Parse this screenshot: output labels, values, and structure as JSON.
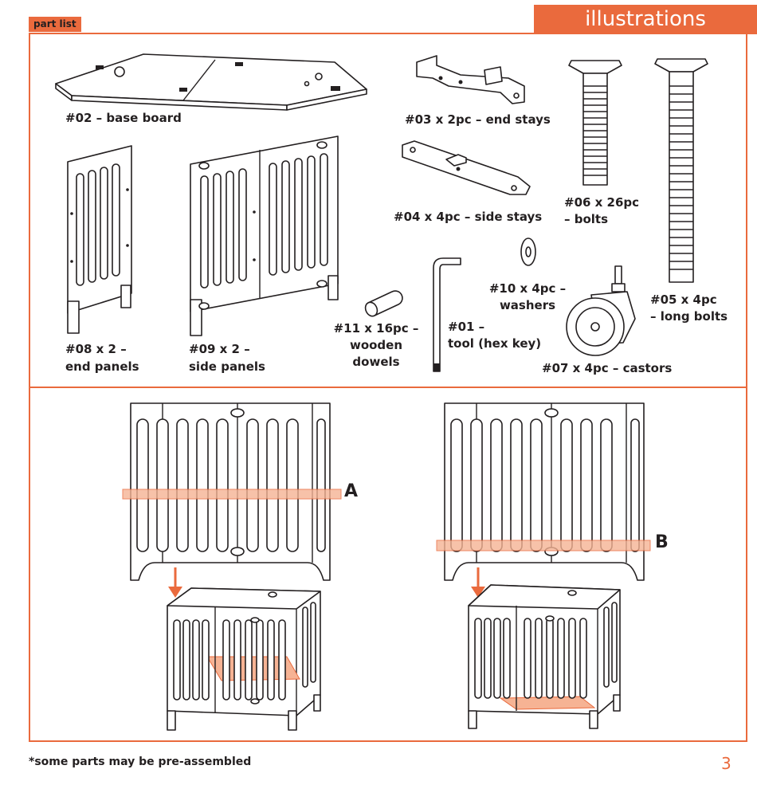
{
  "header": {
    "part_list_label": "part list",
    "section_title": "illustrations"
  },
  "parts": {
    "base_board": "#02 – base board",
    "end_stays": "#03 x 2pc – end stays",
    "side_stays": "#04 x 4pc – side stays",
    "bolts_line1": "#06 x 26pc",
    "bolts_line2": "– bolts",
    "long_bolts_line1": "#05 x 4pc",
    "long_bolts_line2": "– long bolts",
    "washers_line1": "#10 x 4pc –",
    "washers_line2": "washers",
    "castors": "#07 x 4pc – castors",
    "hex_key_line1": "#01 –",
    "hex_key_line2": "tool (hex key)",
    "dowels_line1": "#11 x 16pc –",
    "dowels_line2": "wooden",
    "dowels_line3": "dowels",
    "end_panels_line1": "#08 x 2 –",
    "end_panels_line2": "end panels",
    "side_panels_line1": "#09 x 2 –",
    "side_panels_line2": "side panels"
  },
  "assembly": {
    "option_a": "A",
    "option_b": "B"
  },
  "footer": {
    "footnote": "*some parts may be pre-assembled",
    "page_number": "3"
  },
  "colors": {
    "accent": "#ea6a3d",
    "highlight": "#f6b394",
    "ink": "#231f20"
  }
}
